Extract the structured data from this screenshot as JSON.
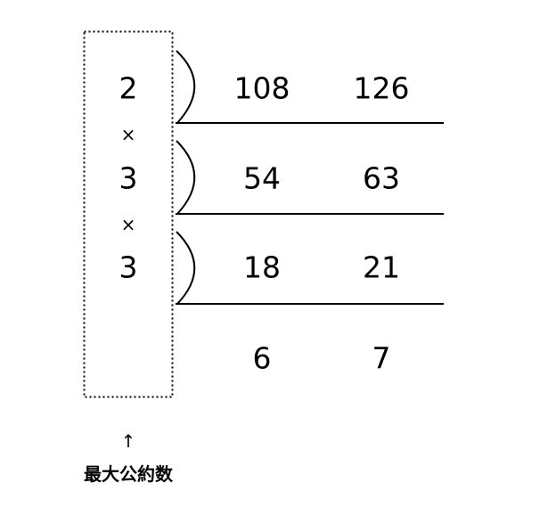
{
  "divisors": [
    "2",
    "3",
    "3"
  ],
  "times_symbol": "×",
  "rows": [
    [
      "108",
      "126"
    ],
    [
      "54",
      "63"
    ],
    [
      "18",
      "21"
    ],
    [
      "6",
      "7"
    ]
  ],
  "arrow": "↑",
  "caption": "最大公約数",
  "colors": {
    "ink": "#000000",
    "background": "#ffffff"
  }
}
